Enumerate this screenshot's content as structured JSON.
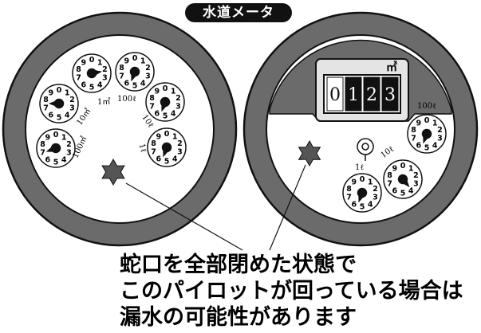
{
  "title": "水道メータ",
  "left_meter": {
    "unit_labels": [
      "1㎥",
      "100ℓ",
      "10ℓ",
      "1ℓ",
      "10㎥",
      "100㎥"
    ]
  },
  "right_meter": {
    "counter_digits": [
      "0",
      "1",
      "2",
      "3"
    ],
    "counter_unit": "㎥",
    "unit_labels": [
      "100ℓ",
      "10ℓ",
      "1ℓ"
    ]
  },
  "dial_digits": [
    "0",
    "1",
    "2",
    "3",
    "4",
    "5",
    "6",
    "7",
    "8",
    "9"
  ],
  "caption": {
    "line1": "蛇口を全部閉めた状態で",
    "line2": "このパイロットが回っている場合は",
    "line3": "漏水の可能性があります"
  },
  "colors": {
    "ring": "#6b6b6b",
    "face": "#ffffff",
    "pointer": "#111111",
    "star": "#555555"
  }
}
